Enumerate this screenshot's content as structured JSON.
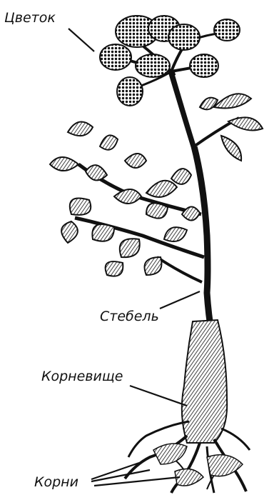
{
  "labels": {
    "flower": "Цветок",
    "stem": "Стебель",
    "rhizome": "Корневище",
    "roots": "Корни"
  },
  "colors": {
    "ink": "#111111",
    "background": "#ffffff"
  }
}
